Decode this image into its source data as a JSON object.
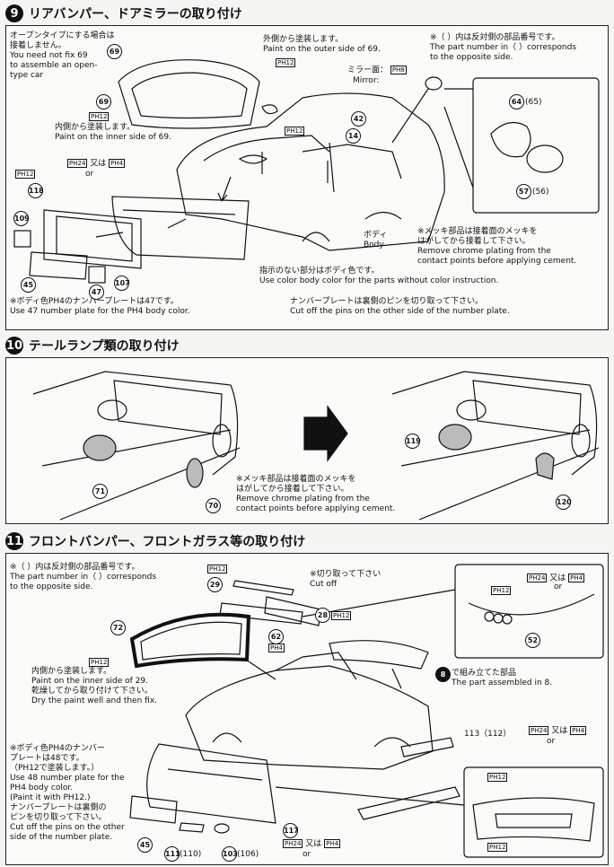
{
  "step9": {
    "number": "9",
    "title": "リアバンパー、ドアミラーの取り付け",
    "open_type_note": "オープンタイプにする場合は\n接着しません。\nYou need not fix 69\nto assemble an open-\ntype car",
    "outer_paint_note": "外側から塗装します。\nPaint on the outer side of 69.",
    "outer_code": "PH12",
    "inner_code": "PH12",
    "inner_paint_note": "内側から塗装します。\nPaint on the inner side of 69.",
    "mirror_label": "ミラー面：",
    "mirror_code": "PH8",
    "mirror_text": "Mirror:",
    "opposite_note": "※（  ）内は反対側の部品番号です。\nThe part number in（  ）corresponds\nto the opposite side.",
    "code_ph12_a": "PH12",
    "code_ph24": "PH24",
    "or_jp": "又は",
    "or_en": "or",
    "code_ph4": "PH4",
    "code_ph12_mid": "PH12",
    "body_label": "ボディ\nBody",
    "chrome_note": "※メッキ部品は接着面のメッキを\nはがしてから接着して下さい。\nRemove chrome plating from the\ncontact points before applying cement.",
    "default_color_note": "指示のない部分はボディ色です。\nUse color body color for the parts without color instruction.",
    "plate_note": "※ボディ色PH4のナンバープレートは47です。\nUse 47 number plate for the PH4 body color.",
    "pins_note": "ナンバープレートは裏側のピンを切り取って下さい。\nCut off the pins on the other side of the number plate.",
    "parts": [
      "69",
      "69",
      "42",
      "14",
      "64",
      "65",
      "57",
      "56",
      "118",
      "109",
      "45",
      "47",
      "107"
    ]
  },
  "step10": {
    "number": "10",
    "title": "テールランプ類の取り付け",
    "chrome_note": "※メッキ部品は接着面のメッキを\nはがしてから接着して下さい。\nRemove chrome plating from the\ncontact points before applying cement.",
    "parts": [
      "71",
      "70",
      "119",
      "120"
    ]
  },
  "step11": {
    "number": "11",
    "title": "フロントバンパー、フロントガラス等の取り付け",
    "opposite_note": "※（  ）内は反対側の部品番号です。\nThe part number in（  ）corresponds\nto the opposite side.",
    "code_ph12_top": "PH12",
    "cutoff_note": "※切り取って下さい\nCut off",
    "code_ph12_28": "PH12",
    "inset_codes": {
      "a": "PH12",
      "b": "PH24",
      "or_jp": "又は",
      "or_en": "or",
      "c": "PH4"
    },
    "code_ph12_72": "PH12",
    "inner_paint_note": "内側から塗装します。\nPaint on the inner side of 29.\n乾燥してから取り付けて下さい。\nDry the paint well and then fix.",
    "code_ph4_62": "PH4",
    "assembled_note": "で組み立てた部品\nThe part assembled in 8.",
    "assembled_step": "8",
    "right_codes": {
      "a": "PH24",
      "or_jp": "又は",
      "or_en": "or",
      "b": "PH4"
    },
    "right_parts": "113（112）",
    "plate_note": "※ボディ色PH4のナンバー\nプレートは48です。\n（PH12で塗装します。）\nUse 48 number plate for the\nPH4 body color.\n(Paint it with PH12.)\nナンバープレートは裏側の\nピンを切り取って下さい。\nCut off the pins on the other\nside of the number plate.",
    "bottom_codes": {
      "a": "PH24",
      "or_jp": "又は",
      "or_en": "or",
      "b": "PH4"
    },
    "front_inset_codes": [
      "PH12",
      "PH12"
    ],
    "parts": [
      "29",
      "28",
      "72",
      "62",
      "52",
      "117",
      "45",
      "111",
      "110",
      "103",
      "106"
    ]
  },
  "colors": {
    "ink": "#111111",
    "paper": "#f4f4f2"
  }
}
